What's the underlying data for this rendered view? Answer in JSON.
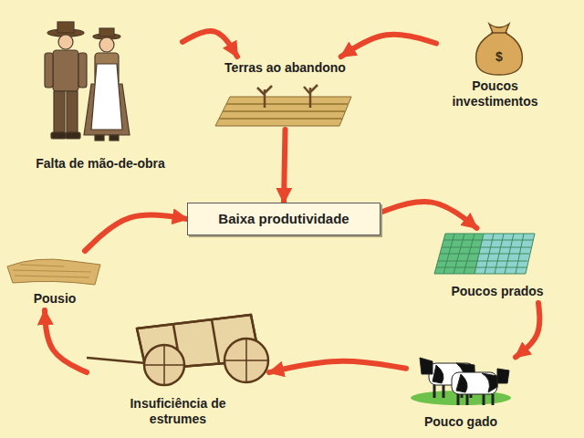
{
  "diagram": {
    "nodes": [
      {
        "text": [
          "Terras ao abandono"
        ]
      },
      {
        "text": [
          "Falta de mão-de-obra"
        ]
      },
      {
        "text": [
          "Poucos investimentos"
        ]
      },
      {
        "text": [
          "Baixa produtividade"
        ]
      },
      {
        "text": [
          "Pousio"
        ]
      },
      {
        "text": [
          "Poucos prados"
        ]
      },
      {
        "text": [
          "Insuficiência de estrumes"
        ]
      },
      {
        "text": [
          "Pouco gado"
        ]
      }
    ],
    "edges": [
      {
        "from": 1,
        "to": 0,
        "arrow": "to"
      },
      {
        "from": 2,
        "to": 0,
        "arrow": "to"
      },
      {
        "from": 0,
        "to": 3,
        "arrow": "to"
      },
      {
        "from": 3,
        "to": 5,
        "arrow": "to"
      },
      {
        "from": 5,
        "to": 7,
        "arrow": "to"
      },
      {
        "from": 7,
        "to": 6,
        "arrow": "to"
      },
      {
        "from": 6,
        "to": 4,
        "arrow": "to"
      },
      {
        "from": 4,
        "to": 3,
        "arrow": "to"
      }
    ],
    "labels": [
      "$"
    ]
  }
}
